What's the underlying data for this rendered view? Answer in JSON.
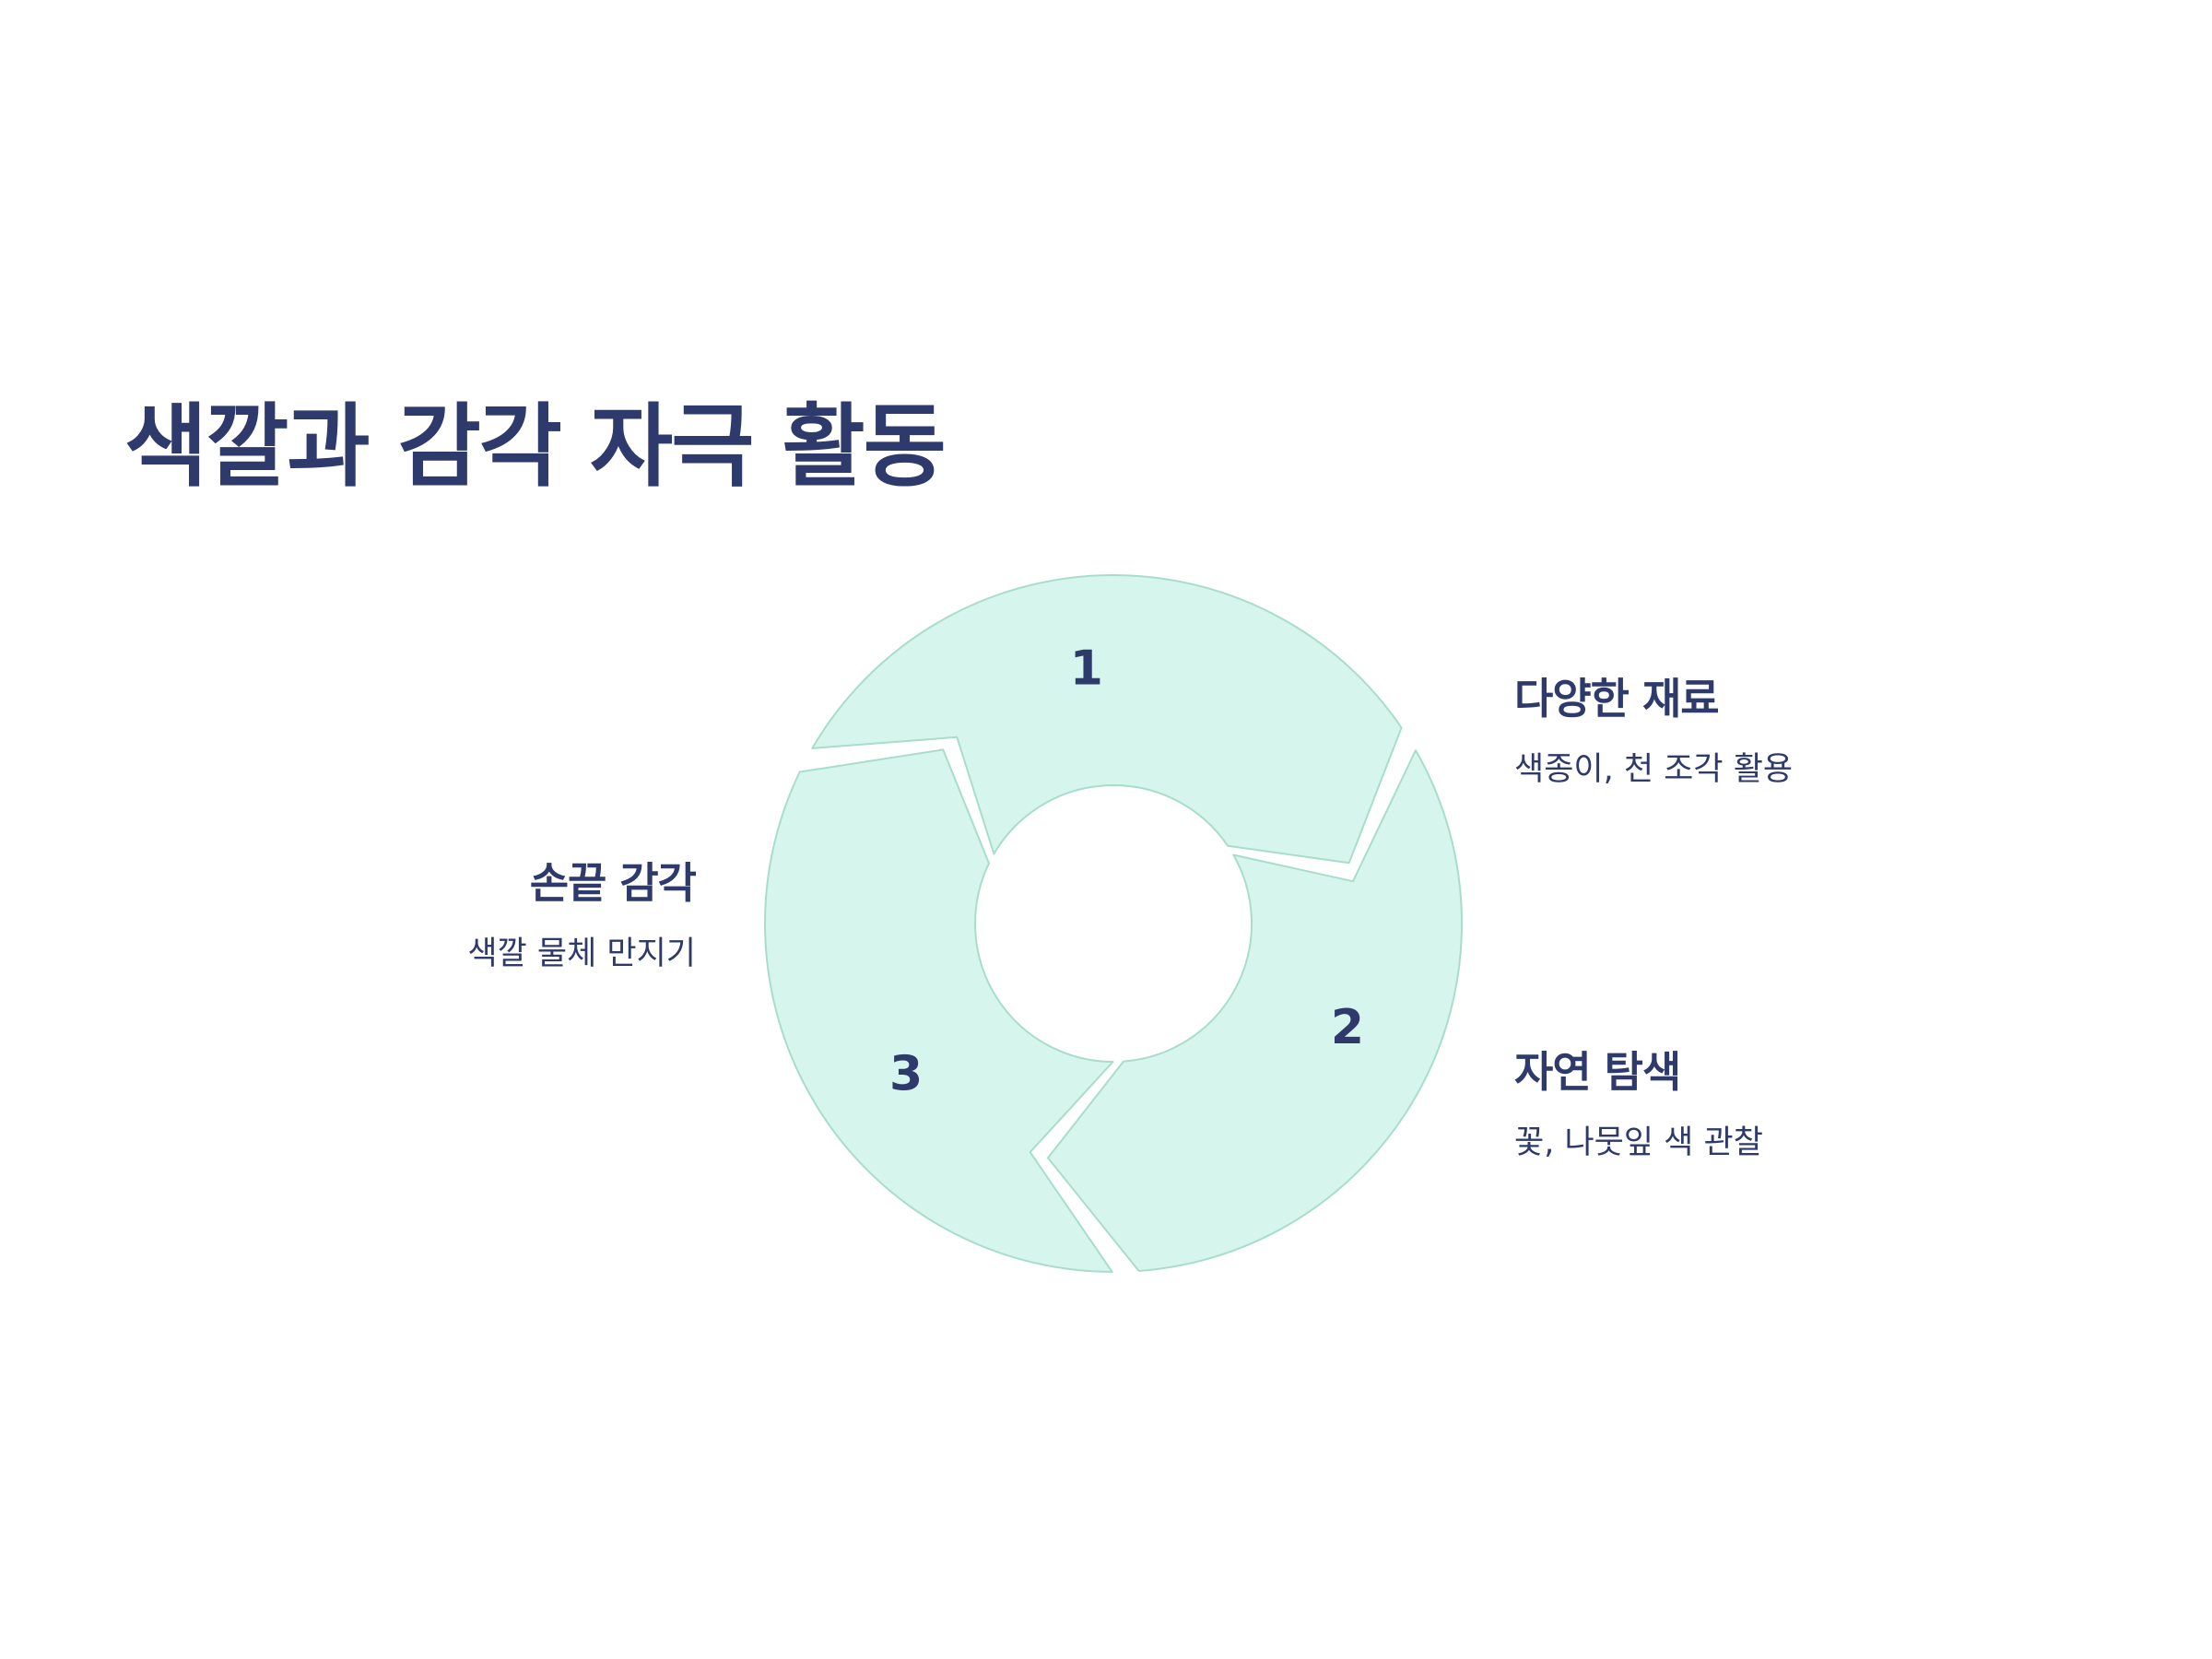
{
  "title": "색깔과 감각 자극 활동",
  "colors": {
    "text": "#2d3a6b",
    "segment_fill": "#d6f5ec",
    "segment_stroke": "#a9ddcb",
    "background": "#ffffff"
  },
  "cycle": {
    "steps": [
      {
        "number": "1",
        "heading": "손끝 감각",
        "description": "색깔 물체 만지기"
      },
      {
        "number": "2",
        "heading": "다양한 재료",
        "description": "색종이, 천 조각 활용"
      },
      {
        "number": "3",
        "heading": "자연 탐색",
        "description": "꽃, 나뭇잎 색 관찰"
      }
    ]
  }
}
